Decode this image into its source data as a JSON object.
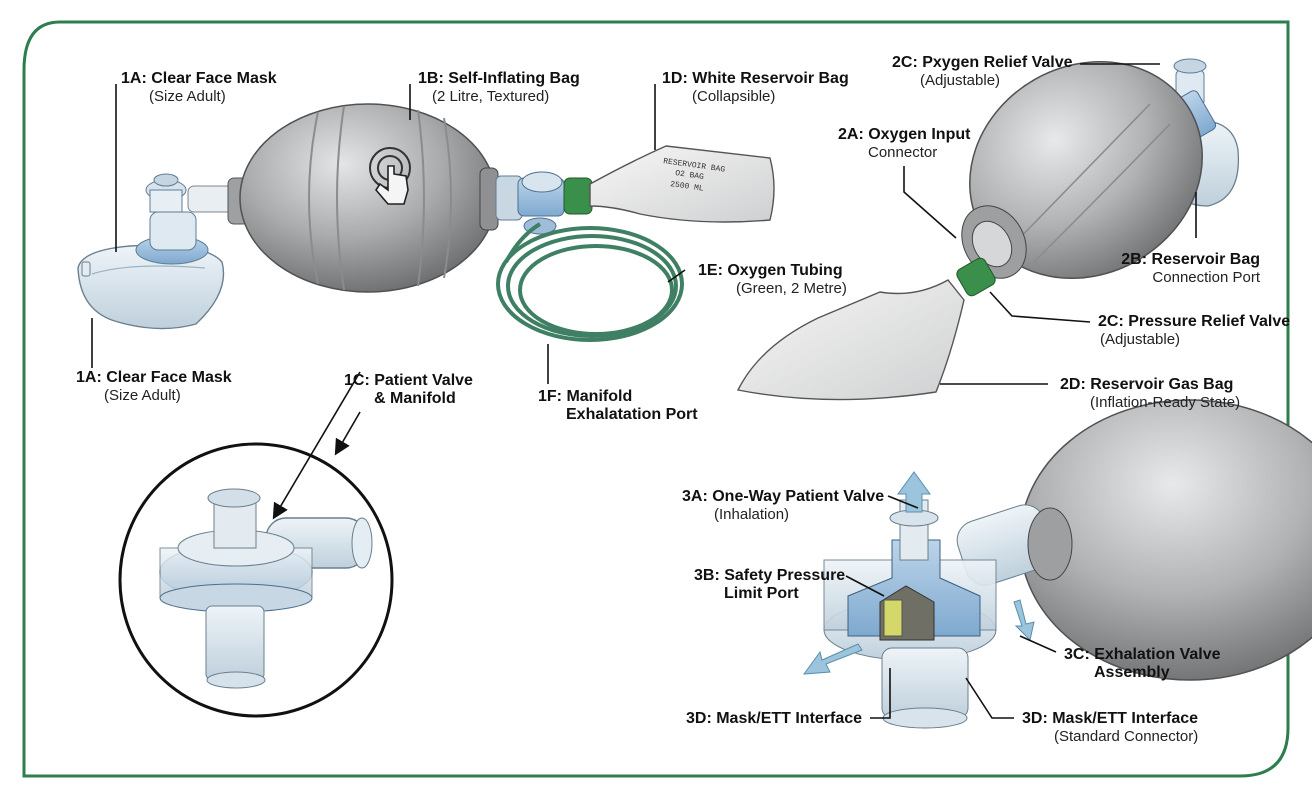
{
  "labels": {
    "l1a_top": {
      "title": "1A: Clear Face Mask",
      "sub": "(Size Adult)"
    },
    "l1b": {
      "title": "1B: Self-Inflating Bag",
      "sub": "(2 Litre, Textured)"
    },
    "l1d": {
      "title": "1D: White Reservoir Bag",
      "sub": "(Collapsible)"
    },
    "l1e": {
      "title": "1E: Oxygen Tubing",
      "sub": "(Green, 2 Metre)"
    },
    "l1a_bot": {
      "title": "1A: Clear Face Mask",
      "sub": "(Size Adult)"
    },
    "l1c": {
      "title": "1C: Patient Valve",
      "title2": "& Manifold"
    },
    "l1f": {
      "title": "1F: Manifold",
      "title2": "Exhalatation Port"
    },
    "l2c_top": {
      "title": "2C: Pxygen Relief Valve",
      "sub": "(Adjustable)"
    },
    "l2a": {
      "title": "2A: Oxygen Input",
      "sub": "Connector"
    },
    "l2b": {
      "title": "2B: Reservoir Bag",
      "sub": "Connection Port"
    },
    "l2c_bot": {
      "title": "2C: Pressure Relief Valve",
      "sub": "(Adjustable)"
    },
    "l2d": {
      "title": "2D: Reservoir Gas Bag",
      "sub": "(Inflation-Ready State)"
    },
    "l3a": {
      "title": "3A: One-Way Patient Valve",
      "sub": "(Inhalation)"
    },
    "l3b": {
      "title": "3B: Safety Pressure",
      "title2": "Limit Port"
    },
    "l3c": {
      "title": "3C: Exhalation Valve",
      "title2": "Assembly"
    },
    "l3d_left": {
      "title": "3D: Mask/ETT Interface"
    },
    "l3d_right": {
      "title": "3D: Mask/ETT Interface",
      "sub": "(Standard Connector)"
    }
  },
  "reservoir_print": {
    "line1": "RESERVOIR BAG",
    "line2": "O2 BAG",
    "line3": "2500 ML"
  },
  "colors": {
    "frame_green": "#2e7d4f",
    "bag_gray": "#a9abad",
    "tubing_green": "#3f7f63",
    "connector_green": "#3a8f4a",
    "valve_blue": "#7fa9cf",
    "flow_arrow": "#9cc4dc"
  }
}
